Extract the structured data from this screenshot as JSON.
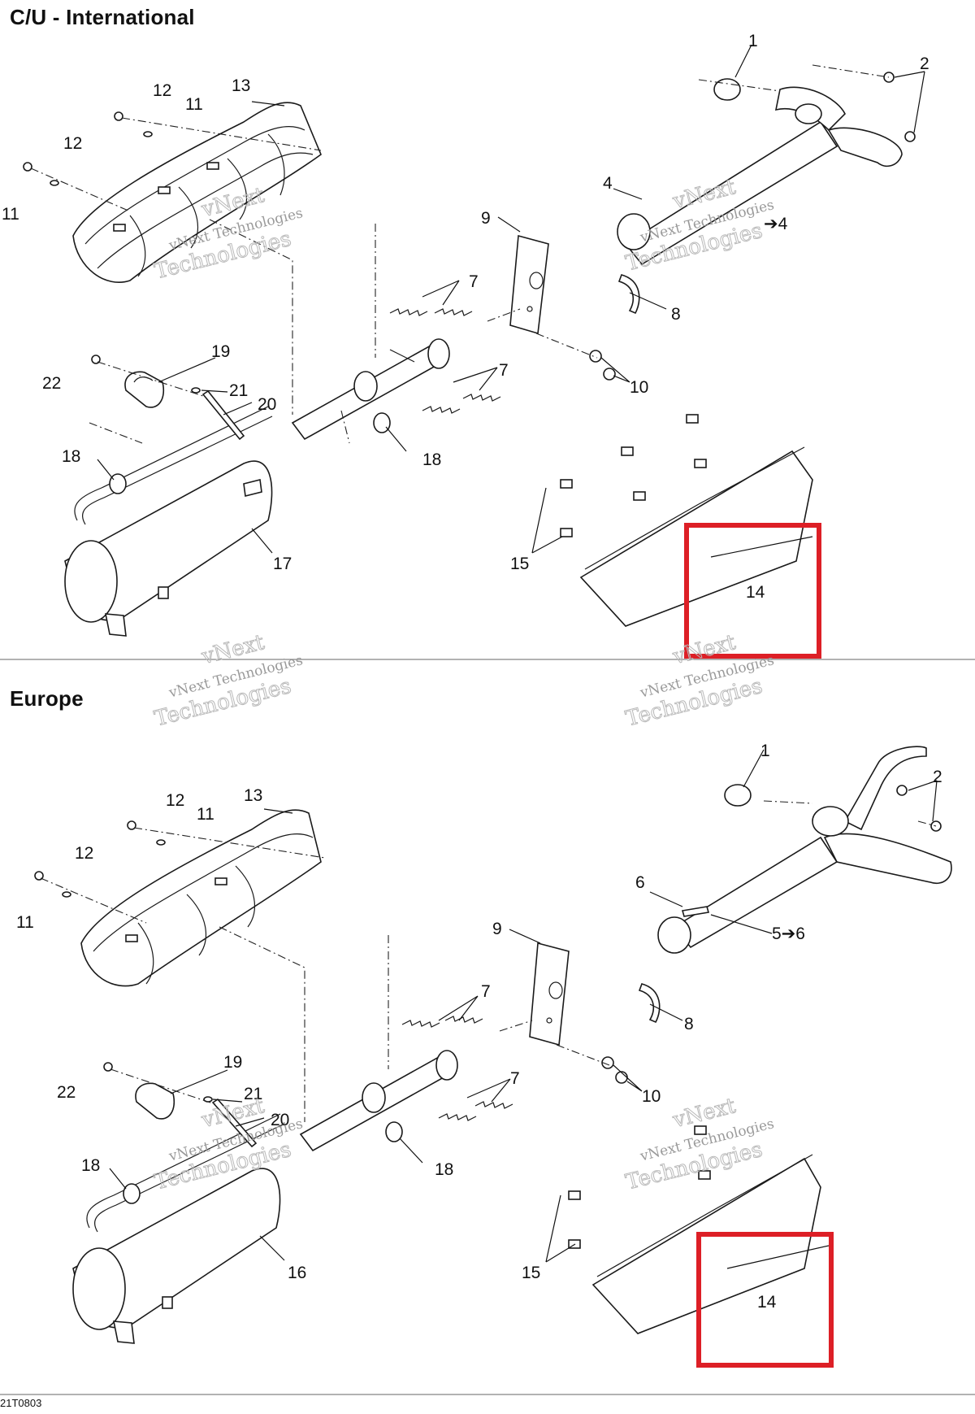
{
  "sections": [
    {
      "title": "C/U - International",
      "callouts": [
        "1",
        "2",
        "4",
        "4",
        "7",
        "7",
        "8",
        "9",
        "10",
        "11",
        "11",
        "12",
        "12",
        "13",
        "14",
        "15",
        "17",
        "18",
        "18",
        "19",
        "20",
        "21",
        "22"
      ],
      "arrow_ref": "➔4"
    },
    {
      "title": "Europe",
      "callouts": [
        "1",
        "2",
        "5",
        "6",
        "7",
        "7",
        "8",
        "9",
        "10",
        "11",
        "11",
        "12",
        "12",
        "13",
        "14",
        "15",
        "16",
        "18",
        "18",
        "19",
        "20",
        "21",
        "22"
      ],
      "arrow_ref": "5➔6"
    }
  ],
  "watermark": {
    "line1": "vNext",
    "line2": "vNext Technologies",
    "line3": "Technologies"
  },
  "footer_code": "21T0803",
  "colors": {
    "highlight": "#dd1f26",
    "line": "#1a1a1a",
    "watermark": "#b9b9b9"
  }
}
